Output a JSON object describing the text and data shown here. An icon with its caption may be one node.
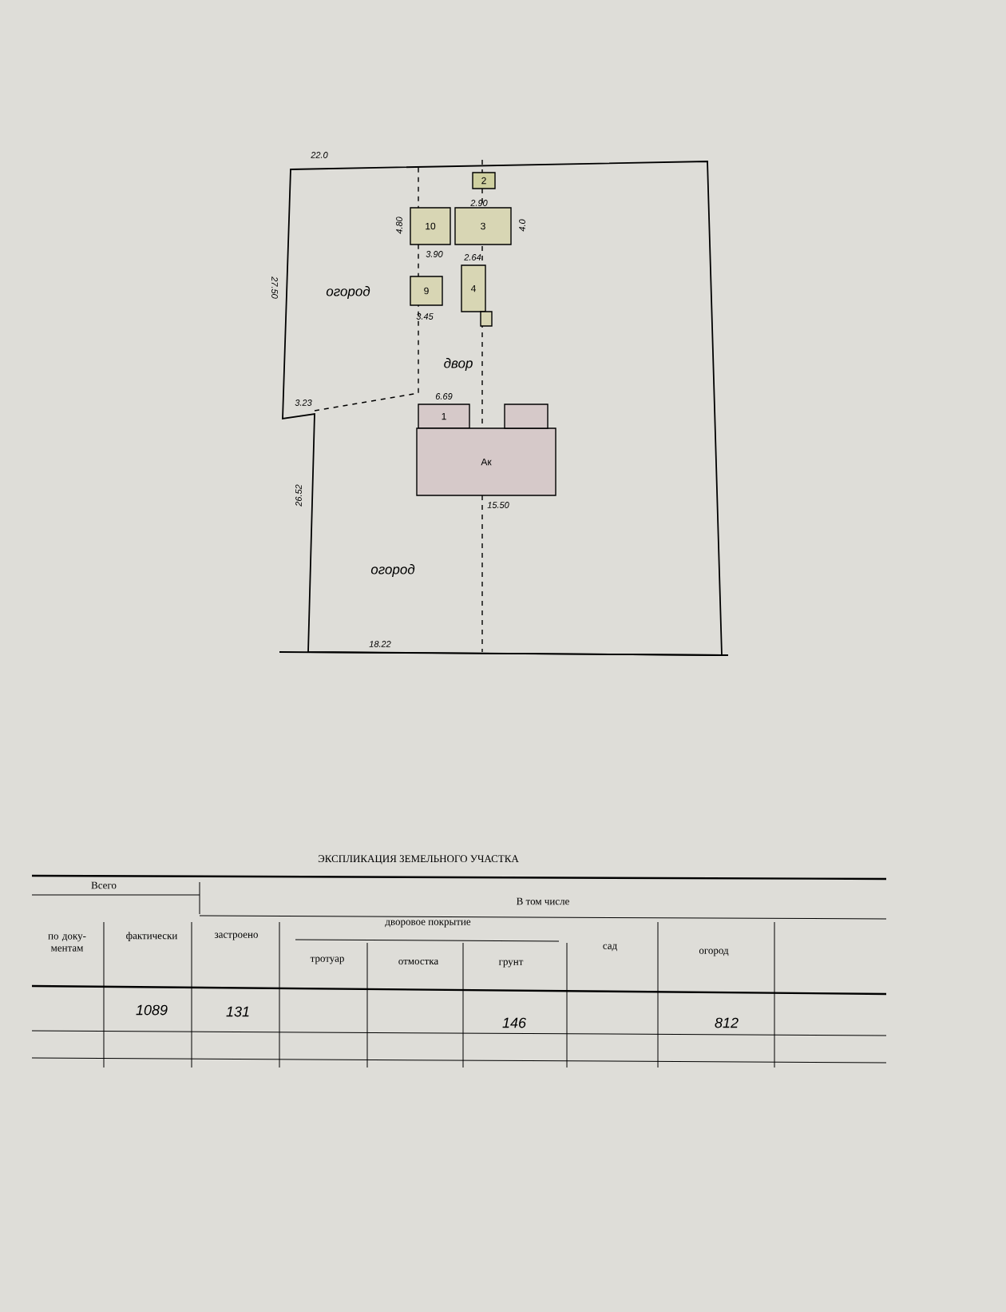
{
  "diagram": {
    "nodes": [
      {
        "text": [
          "2"
        ]
      },
      {
        "text": [
          "10"
        ]
      },
      {
        "text": [
          "3"
        ]
      },
      {
        "text": [
          "9"
        ]
      },
      {
        "text": [
          "4"
        ]
      },
      {
        "text": [],
        "shape": "box"
      },
      {
        "text": [
          "1"
        ]
      },
      {
        "text": [
          "Ак"
        ]
      },
      {
        "text": [],
        "shape": "box"
      }
    ],
    "labels": [
      "22.0",
      "4.80",
      "2.90",
      "4.0",
      "27.50",
      "огород",
      "3.90",
      "2.64",
      "3.45",
      "двор",
      "3.23",
      "6.69",
      "26.52",
      "15.50",
      "огород",
      "18.22",
      "ЭКСПЛИКАЦИЯ ЗЕМЕЛЬНОГО УЧАСТКА",
      "Всего",
      "В том числе",
      "по доку- ментам",
      "фактически",
      "застроено",
      "дворовое покрытие",
      "тротуар",
      "отмостка",
      "грунт",
      "сад",
      "огород",
      "1089",
      "131",
      "146",
      "812"
    ]
  }
}
